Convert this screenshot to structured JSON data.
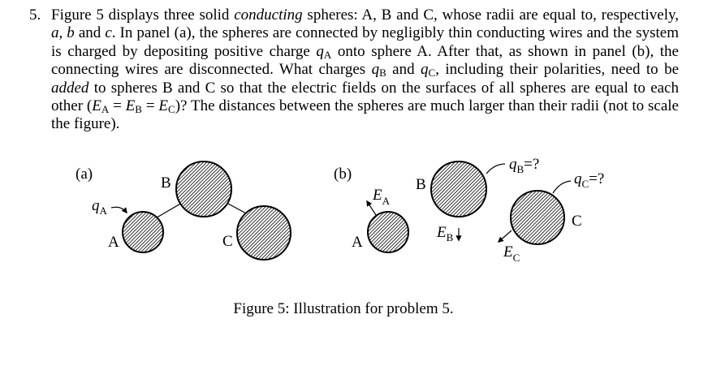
{
  "problem": {
    "number": "5.",
    "p1": "Figure 5 displays three solid ",
    "p1_em": "conducting",
    "p2": " spheres: A, B and C, whose radii are equal to, respectively, ",
    "r_a": "a",
    "p3": ", ",
    "r_b": "b",
    "p4": " and ",
    "r_c": "c",
    "p5": ". In panel (a), the spheres are connected by negligibly thin conducting wires and the system is charged by depositing positive charge ",
    "qA_sym": "q",
    "qA_sub": "A",
    "p6": " onto sphere A. After that, as shown in panel (b), the connecting wires are disconnected. What charges ",
    "qB_sym": "q",
    "qB_sub": "B",
    "p7": " and ",
    "qC_sym": "q",
    "qC_sub": "C",
    "p8": ", including their polarities, need to be ",
    "p8_em": "added",
    "p9": " to spheres B and C so that the electric fields on the surfaces of all spheres are equal to each other (",
    "eA_sym": "E",
    "eA_sub": "A",
    "eq1": " = ",
    "eB_sym": "E",
    "eB_sub": "B",
    "eq2": " = ",
    "eC_sym": "E",
    "eC_sub": "C",
    "p10": ")? The distances between the spheres are much larger than their radii (not to scale the figure)."
  },
  "figure": {
    "caption": "Figure 5: Illustration for problem 5.",
    "panel_a": {
      "label": "(a)",
      "charge_sym": "q",
      "charge_sub": "A",
      "sphere_a": "A",
      "sphere_b": "B",
      "sphere_c": "C"
    },
    "panel_b": {
      "label": "(b)",
      "sphere_a": "A",
      "sphere_b": "B",
      "sphere_c": "C",
      "field_a_sym": "E",
      "field_a_sub": "A",
      "field_b_sym": "E",
      "field_b_sub": "B",
      "field_c_sym": "E",
      "field_c_sub": "C",
      "charge_b_sym": "q",
      "charge_b_sub": "B",
      "charge_b_val": "=?",
      "charge_c_sym": "q",
      "charge_c_sub": "C",
      "charge_c_val": "=?"
    }
  }
}
